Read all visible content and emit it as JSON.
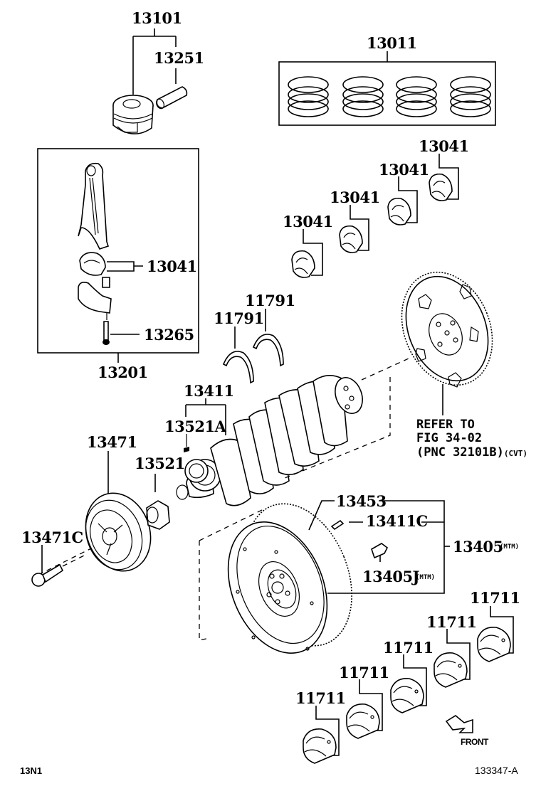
{
  "diagram": {
    "title": "Crankshaft & Piston Parts Diagram",
    "labels": {
      "piston": "13101",
      "piston_pin": "13251",
      "piston_ring_set": "13011",
      "conrod_bearing_1": "13041",
      "conrod_bearing_2": "13041",
      "conrod_bearing_3": "13041",
      "conrod_bearing_4": "13041",
      "conrod_bearing_in_box": "13041",
      "conrod_bolt": "13265",
      "connecting_rod_assy": "13201",
      "thrust_washer_1": "11791",
      "thrust_washer_2": "11791",
      "crankshaft": "13411",
      "crank_key": "13521A",
      "crank_timing_sprocket": "13521",
      "crank_pulley": "13471",
      "crank_pulley_bolt": "13471C",
      "ring_gear": "13453",
      "flywheel_pin": "13411C",
      "flywheel_assy": "13405",
      "flywheel_assy_note": "(MTM)",
      "flywheel_bolt": "13405J",
      "flywheel_bolt_note": "(MTM)",
      "main_bearing_1": "11711",
      "main_bearing_2": "11711",
      "main_bearing_3": "11711",
      "main_bearing_4": "11711",
      "main_bearing_5": "11711"
    },
    "reference_note": {
      "line1": "REFER TO",
      "line2": "FIG 34-02",
      "line3": "(PNC 32101B)",
      "line3_suffix": "(CVT)"
    },
    "front_indicator": "FRONT",
    "footer_left": "13N1",
    "footer_right": "133347-A"
  }
}
